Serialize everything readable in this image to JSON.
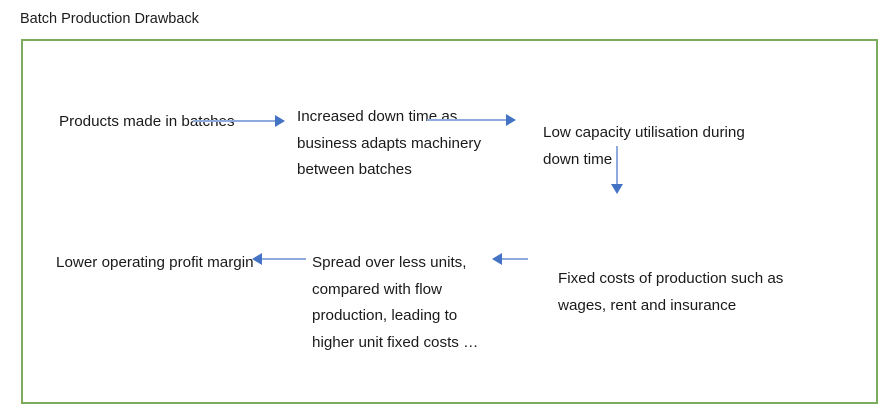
{
  "title": "Batch Production Drawback",
  "colors": {
    "frame_border": "#7bab5c",
    "arrow_shaft": "#8faadc",
    "arrow_head": "#4472c4",
    "text": "#1a1a1a",
    "background": "#ffffff"
  },
  "diagram": {
    "type": "flowchart",
    "nodes": [
      {
        "id": "products",
        "text": "Products made in batches"
      },
      {
        "id": "downtime",
        "text": "Increased down time as business adapts machinery between batches"
      },
      {
        "id": "lowcapacity",
        "text": "Low capacity utilisation during down time"
      },
      {
        "id": "fixedcosts",
        "text": "Fixed costs of production such as wages, rent and insurance"
      },
      {
        "id": "spread",
        "text": "Spread over less units, compared with flow production, leading to higher unit fixed costs …"
      },
      {
        "id": "lowermargin",
        "text": "Lower operating profit margin"
      }
    ],
    "arrows": [
      {
        "id": "products-to-downtime",
        "from": "products",
        "to": "downtime",
        "direction": "right"
      },
      {
        "id": "downtime-to-capacity",
        "from": "downtime",
        "to": "lowcapacity",
        "direction": "right"
      },
      {
        "id": "capacity-to-fixedcost",
        "from": "lowcapacity",
        "to": "fixedcosts",
        "direction": "down"
      },
      {
        "id": "fixedcost-to-spread",
        "from": "fixedcosts",
        "to": "spread",
        "direction": "left"
      },
      {
        "id": "spread-to-margin",
        "from": "spread",
        "to": "lowermargin",
        "direction": "left"
      }
    ]
  }
}
